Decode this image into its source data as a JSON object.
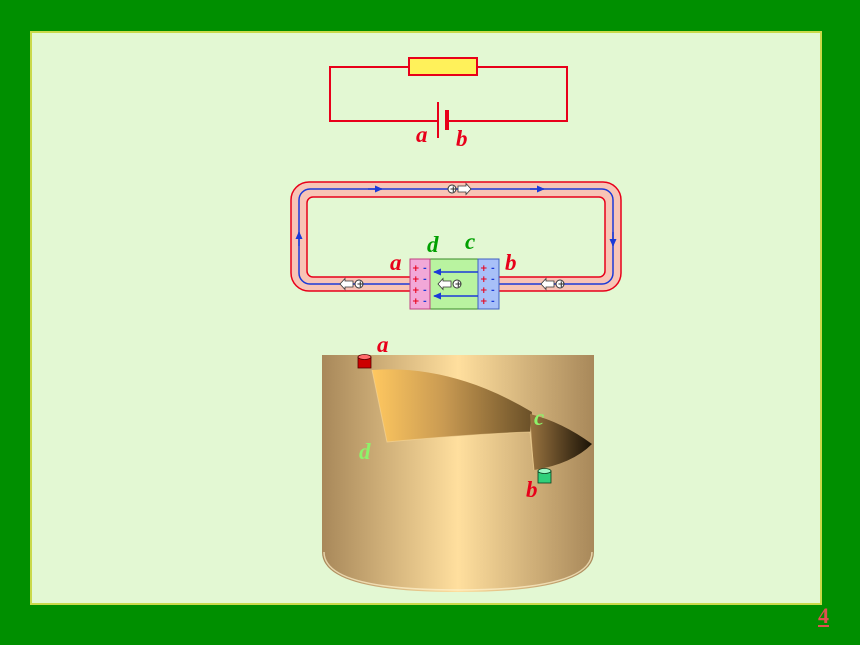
{
  "colors": {
    "background": "#008f00",
    "panel": "#e3f8d3",
    "wire": "#e8001a",
    "resistor_fill": "#fff15a",
    "current_line": "#1a3ad8",
    "conductor_fill": "#f8c4b6",
    "source_middle": "#b9f3a0",
    "terminal_a": "#f2a8d8",
    "terminal_b": "#a8c0f8",
    "terminal_a_cylinder": "#cc0000",
    "terminal_b_cylinder": "#2fd07a"
  },
  "top_circuit": {
    "label_a": "a",
    "label_b": "b"
  },
  "middle_circuit": {
    "label_a": "a",
    "label_b": "b",
    "label_c": "c",
    "label_d": "d"
  },
  "cylinder": {
    "label_a": "a",
    "label_b": "b",
    "label_c": "c",
    "label_d": "d"
  },
  "page_number": "4"
}
